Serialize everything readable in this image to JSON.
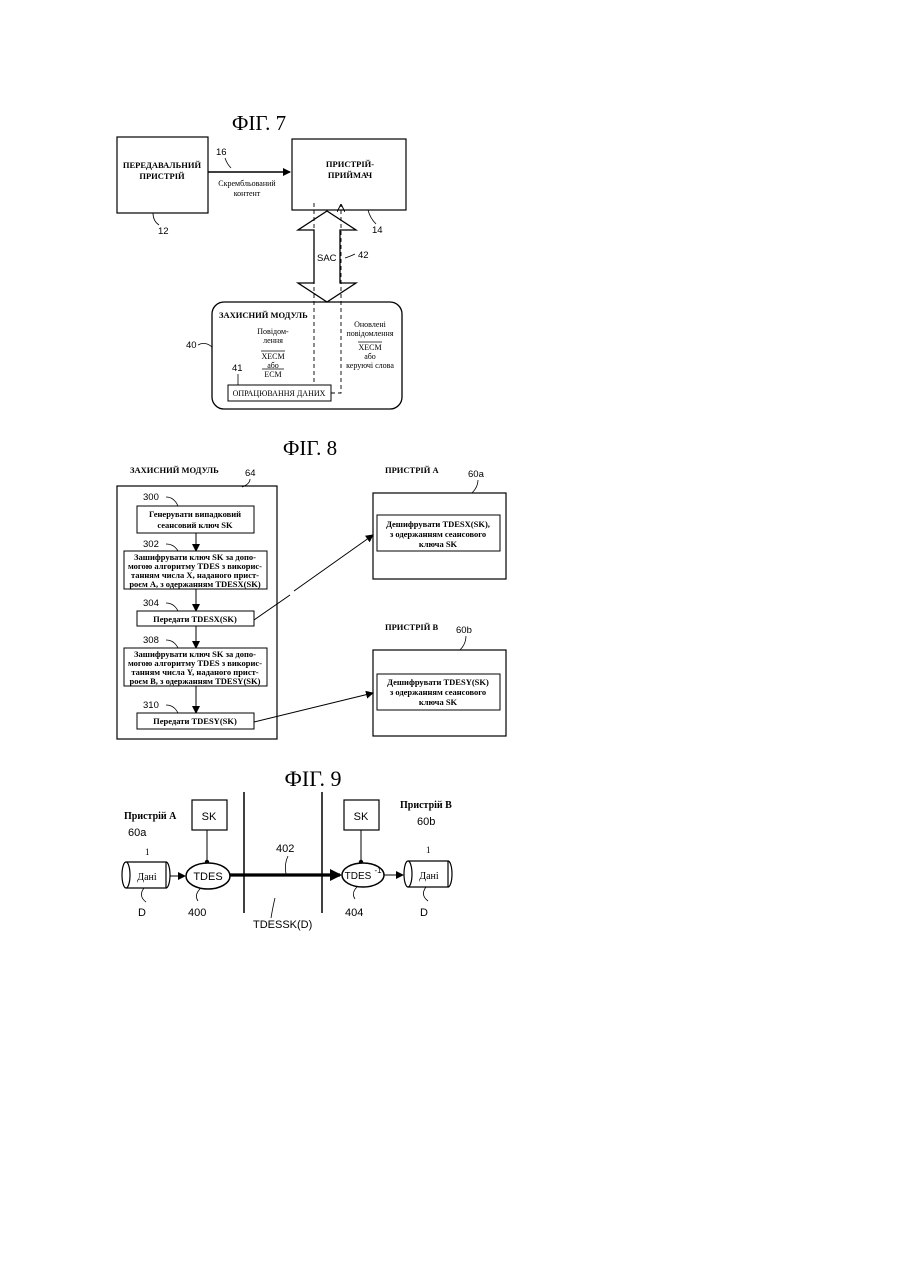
{
  "fig7": {
    "title": "ФІГ. 7",
    "transmitter": [
      "ПЕРЕДАВАЛЬНИЙ",
      "ПРИСТРІЙ"
    ],
    "transmitter_ref": "12",
    "receiver": [
      "ПРИСТРІЙ-",
      "ПРИЙМАЧ"
    ],
    "receiver_ref": "14",
    "link_ref": "16",
    "link_label": [
      "Скрембльований",
      "контент"
    ],
    "sac_label": "SAC",
    "sac_ref": "42",
    "module_title": "ЗАХИСНИЙ МОДУЛЬ",
    "module_ref": "40",
    "messages_left": [
      "Повідом-",
      "лення",
      "XECM",
      "або",
      "ECM"
    ],
    "messages_right": [
      "Оновлені",
      "повідомлення",
      "XECM",
      "або",
      "керуючі слова"
    ],
    "processing_box": "ОПРАЦЮВАННЯ ДАНИХ",
    "processing_ref": "41"
  },
  "fig8": {
    "title": "ФІГ. 8",
    "module_title": "ЗАХИСНИЙ МОДУЛЬ",
    "module_ref": "64",
    "steps": [
      {
        "ref": "300",
        "lines": [
          "Генерувати випадковий",
          "сеансовий ключ SK"
        ]
      },
      {
        "ref": "302",
        "lines": [
          "Зашифрувати ключ SK за допо-",
          "могою алгоритму TDES з викорис-",
          "танням числа X, наданого прист-",
          "роєм А, з одержанням TDESX(SK)"
        ]
      },
      {
        "ref": "304",
        "lines": [
          "Передати TDESX(SK)"
        ]
      },
      {
        "ref": "308",
        "lines": [
          "Зашифрувати ключ SK за допо-",
          "могою алгоритму TDES з викорис-",
          "танням числа Y, наданого прист-",
          "роєм В, з одержанням TDESY(SK)"
        ]
      },
      {
        "ref": "310",
        "lines": [
          "Передати TDESY(SK)"
        ]
      }
    ],
    "device_a": {
      "title": "ПРИСТРІЙ А",
      "ref": "60a",
      "lines": [
        "Дешифрувати TDESX(SK),",
        "з одержанням сеансового",
        "ключа SK"
      ]
    },
    "device_b": {
      "title": "ПРИСТРІЙ В",
      "ref": "60b",
      "lines": [
        "Дешифрувати TDESY(SK)",
        "з одержанням сеансового",
        "ключа SK"
      ]
    }
  },
  "fig9": {
    "title": "ФІГ. 9",
    "device_a": "Пристрій А",
    "device_a_ref": "60a",
    "device_b": "Пристрій В",
    "device_b_ref": "60b",
    "sk_left": "SK",
    "sk_right": "SK",
    "data_left": "Дані",
    "data_right": "Дані",
    "data_left_ref": "D",
    "data_right_ref": "D",
    "tdes": "TDES",
    "tdes_ref": "400",
    "tdes_inv": "TDES",
    "tdes_inv_sup": "-1",
    "tdes_inv_ref": "404",
    "channel_ref": "402",
    "channel_label": "TDESSK(D)",
    "tick_left": "1",
    "tick_right": "1"
  }
}
